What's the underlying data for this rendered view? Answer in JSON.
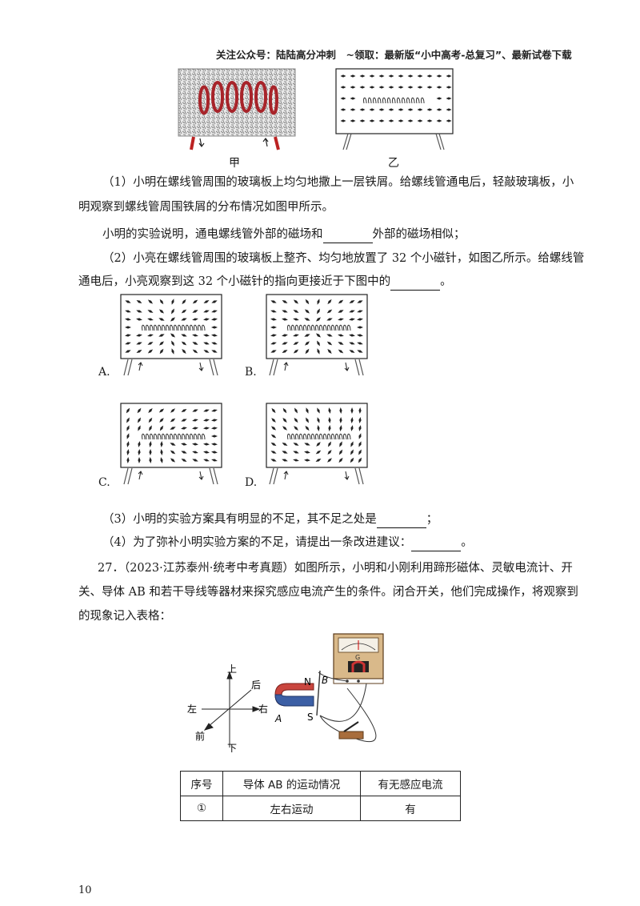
{
  "header": "关注公众号：陆陆高分冲刺　~领取：最新版“小中高考-总复习”、最新试卷下载",
  "fig_labels": {
    "jia": "甲",
    "yi": "乙"
  },
  "q1": {
    "line1": "（1）小明在螺线管周围的玻璃板上均匀地撒上一层铁屑。给螺线管通电后，轻敲玻璃板，小",
    "line2": "明观察到螺线管周围铁屑的分布情况如图甲所示。",
    "line3_pre": "小明的实验说明，通电螺线管外部的磁场和",
    "line3_post": "外部的磁场相似；"
  },
  "q2": {
    "line1": "（2）小亮在螺线管周围的玻璃板上整齐、均匀地放置了 32 个小磁针，如图乙所示。给螺线管",
    "line2_pre": "通电后，小亮观察到这 32 个小磁针的指向更接近于下图中的",
    "line2_post": "。"
  },
  "options": [
    "A.",
    "B.",
    "C.",
    "D."
  ],
  "q3": {
    "pre": "（3）小明的实验方案具有明显的不足，其不足之处是",
    "post": "；"
  },
  "q4": {
    "pre": "（4）为了弥补小明实验方案的不足，请提出一条改进建议：",
    "post": "。"
  },
  "q27": {
    "line1": "27．（2023·江苏泰州·统考中考真题）如图所示，小明和小刚利用蹄形磁体、灵敏电流计、开",
    "line2": "关、导体 AB 和若干导线等器材来探究感应电流产生的条件。闭合开关，他们完成操作，将观察到",
    "line3": "的现象记入表格："
  },
  "axes": {
    "up": "上",
    "down": "下",
    "left": "左",
    "right": "右",
    "back": "后",
    "front": "前"
  },
  "apparatus": {
    "N": "N",
    "S": "S",
    "A": "A",
    "B": "B",
    "G": "G"
  },
  "table": {
    "headers": [
      "序号",
      "导体 AB 的运动情况",
      "有无感应电流"
    ],
    "rows": [
      [
        "①",
        "左右运动",
        "有"
      ]
    ]
  },
  "page_number": "10"
}
